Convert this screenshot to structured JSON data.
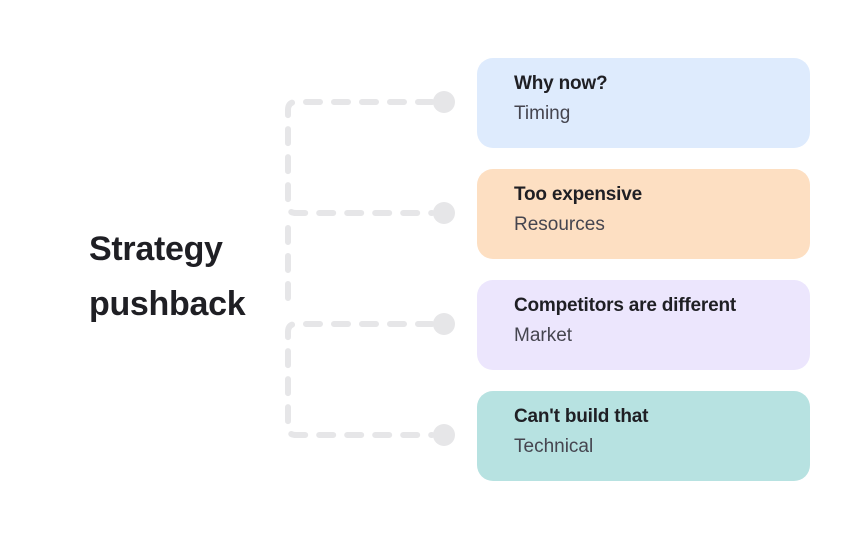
{
  "title": {
    "line1": "Strategy",
    "line2": "pushback"
  },
  "colors": {
    "connector": "#e6e6e8",
    "text_primary": "#1f1f24",
    "text_secondary": "#45454f"
  },
  "branches": [
    {
      "heading": "Why now?",
      "category": "Timing",
      "color": "#deebfd"
    },
    {
      "heading": "Too expensive",
      "category": "Resources",
      "color": "#fddfc2"
    },
    {
      "heading": "Competitors are different",
      "category": "Market",
      "color": "#ece6fd"
    },
    {
      "heading": "Can't build that",
      "category": "Technical",
      "color": "#b7e2e1"
    }
  ]
}
